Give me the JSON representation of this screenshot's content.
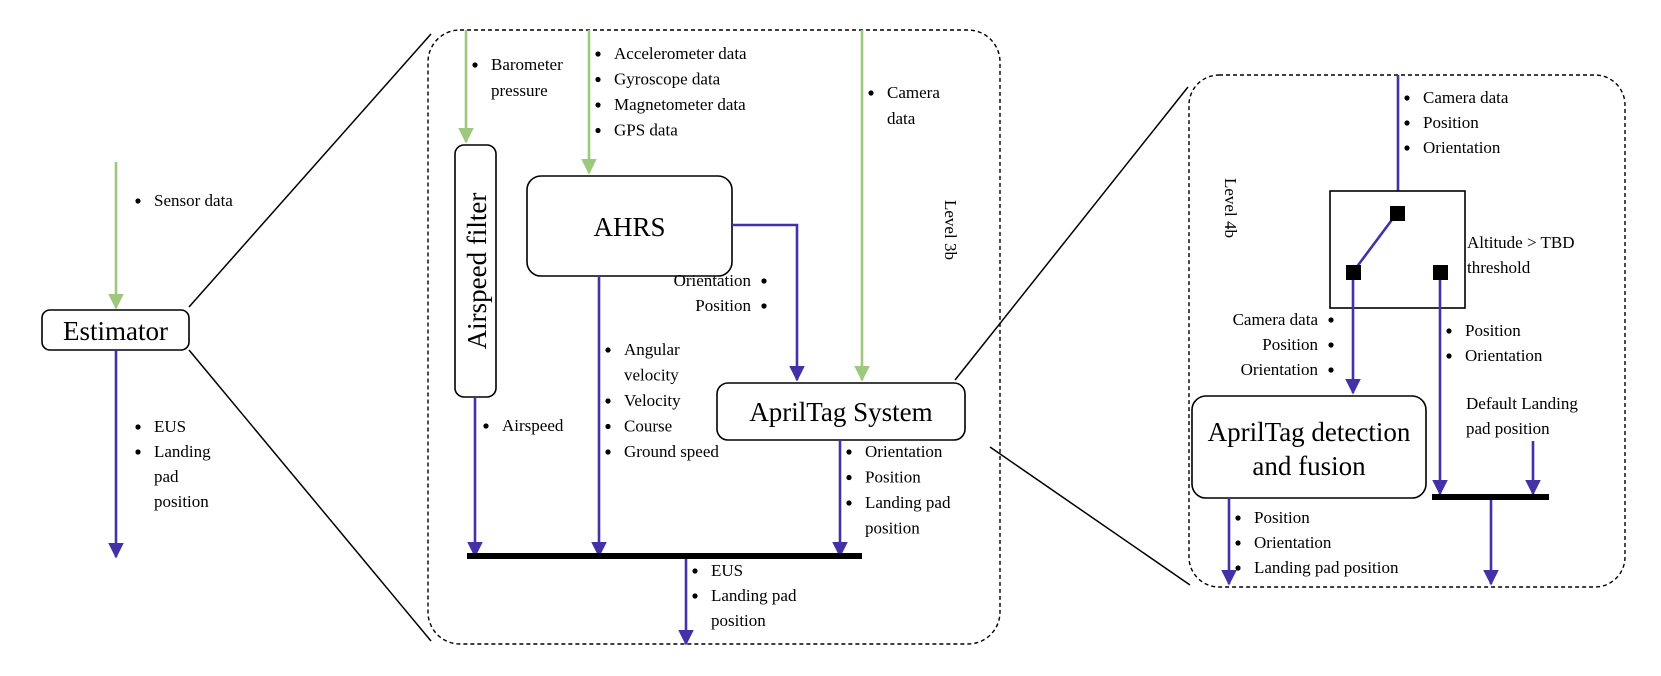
{
  "nodes": {
    "estimator": "Estimator",
    "airspeed_filter": "Airspeed filter",
    "ahrs": "AHRS",
    "apriltag_system": "AprilTag System",
    "apriltag_detection": [
      "AprilTag detection",
      "and fusion"
    ]
  },
  "levels": {
    "level3b": "Level 3b",
    "level4b": "Level 4b"
  },
  "labels": {
    "sensor_data": [
      "Sensor data"
    ],
    "estimator_out": [
      "EUS",
      "Landing",
      "pad",
      "position"
    ],
    "barometer": [
      "Barometer",
      "pressure"
    ],
    "imu_gps": [
      "Accelerometer data",
      "Gyroscope data",
      "Magnetometer data",
      "GPS data"
    ],
    "camera_l3": [
      "Camera",
      "data"
    ],
    "ahrs_to_apriltag": [
      "Orientation",
      "Position"
    ],
    "ahrs_out": [
      "Angular",
      "velocity",
      "Velocity",
      "Course",
      "Ground speed"
    ],
    "airspeed": [
      "Airspeed"
    ],
    "apriltag_out": [
      "Orientation",
      "Position",
      "Landing pad",
      "position"
    ],
    "level3_out": [
      "EUS",
      "Landing pad",
      "position"
    ],
    "l4_in": [
      "Camera data",
      "Position",
      "Orientation"
    ],
    "switch_condition": [
      "Altitude > TBD",
      "threshold"
    ],
    "switch_left_out": [
      "Camera data",
      "Position",
      "Orientation"
    ],
    "switch_right_out": [
      "Position",
      "Orientation"
    ],
    "default_landing": [
      "Default Landing",
      "pad position"
    ],
    "detection_out": [
      "Position",
      "Orientation",
      "Landing pad position"
    ]
  },
  "colors": {
    "sensor_flow": "#9dc97f",
    "estimate_flow": "#4331a8"
  }
}
